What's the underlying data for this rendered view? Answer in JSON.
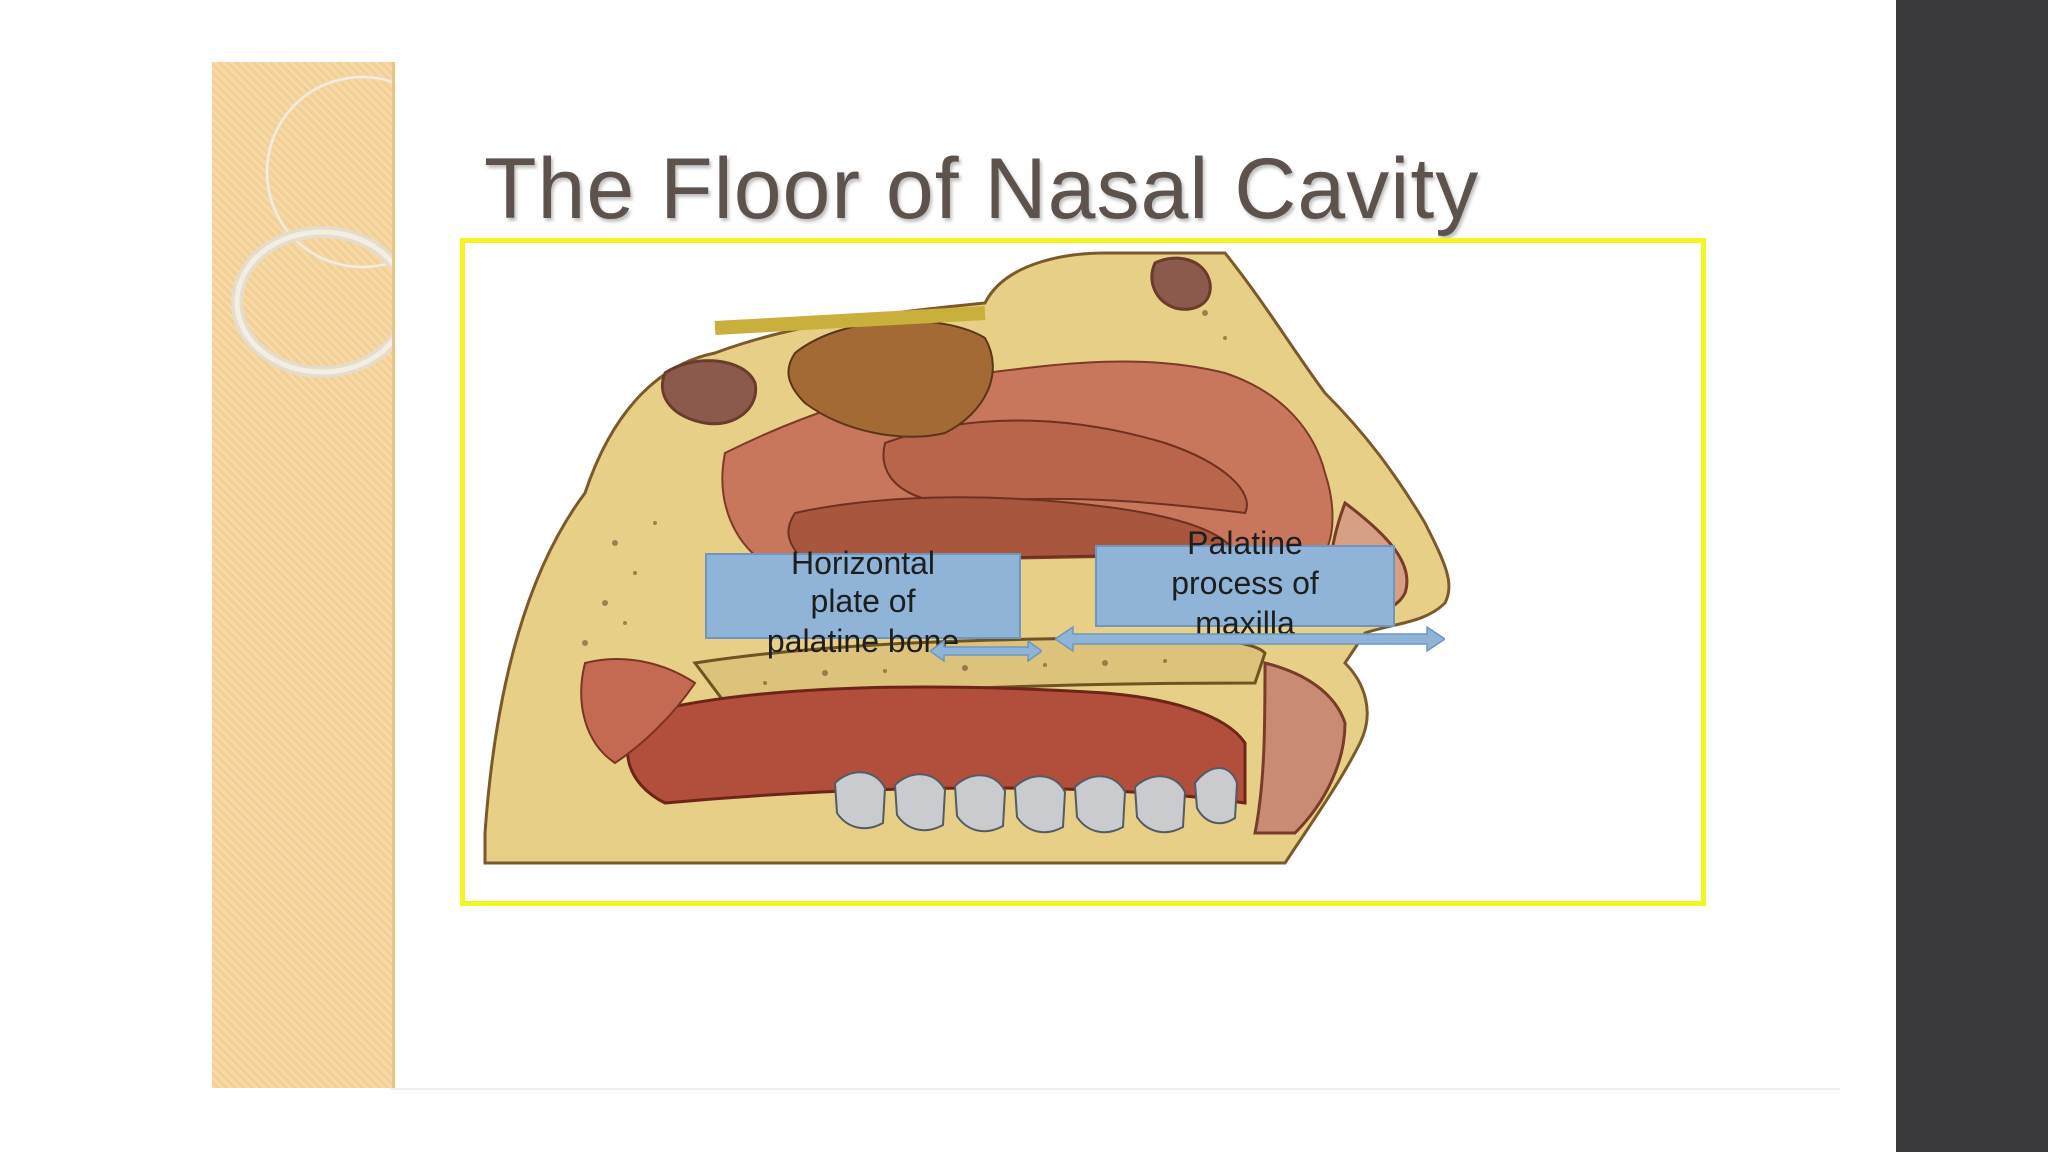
{
  "slide": {
    "title": "The Floor of Nasal Cavity"
  },
  "figure": {
    "labels": {
      "horizontal_plate": [
        "Horizontal",
        "plate of",
        "palatine bone"
      ],
      "palatine_process": [
        "Palatine",
        "process of",
        "maxilla"
      ]
    }
  },
  "colors": {
    "title_text": "#5d534c",
    "frame_border": "#f4f41e",
    "label_fill": "#8fb4d8",
    "arrow_fill": "#8fb4d8",
    "side_band": "#f6d9a6",
    "right_panel": "#3a3a3c"
  }
}
